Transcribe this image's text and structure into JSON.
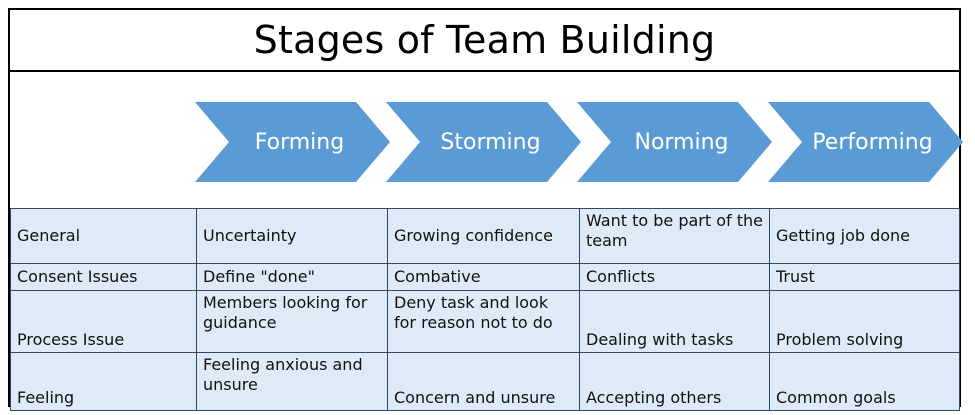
{
  "title": "Stages of Team Building",
  "colors": {
    "chevron_fill": "#5B9BD5",
    "chevron_text": "#FFFFFF",
    "table_cell_bg": "#DEEAF6",
    "table_border": "#2E4A66",
    "frame_border": "#000000"
  },
  "stages": [
    {
      "label": "Forming"
    },
    {
      "label": "Storming"
    },
    {
      "label": "Norming"
    },
    {
      "label": "Performing"
    }
  ],
  "table": {
    "rows": [
      {
        "name": "general",
        "cells": [
          {
            "text": "General",
            "align": "va-mid"
          },
          {
            "text": "Uncertainty",
            "align": "va-mid"
          },
          {
            "text": "Growing confidence",
            "align": "va-mid"
          },
          {
            "text": "Want to be part of the team",
            "align": "va-top"
          },
          {
            "text": "Getting job done",
            "align": "va-mid"
          }
        ]
      },
      {
        "name": "consent-issues",
        "cells": [
          {
            "text": "Consent Issues",
            "align": "va-mid"
          },
          {
            "text": "Define \"done\"",
            "align": "va-mid"
          },
          {
            "text": "Combative",
            "align": "va-mid"
          },
          {
            "text": "Conflicts",
            "align": "va-mid"
          },
          {
            "text": "Trust",
            "align": "va-mid"
          }
        ]
      },
      {
        "name": "process-issue",
        "cells": [
          {
            "text": "Process Issue",
            "align": "va-bottom"
          },
          {
            "text": "Members looking for guidance",
            "align": "va-top"
          },
          {
            "text": "Deny task and look for reason not to do",
            "align": "va-top"
          },
          {
            "text": "Dealing with tasks",
            "align": "va-bottom"
          },
          {
            "text": "Problem solving",
            "align": "va-bottom"
          }
        ]
      },
      {
        "name": "feeling",
        "cells": [
          {
            "text": "Feeling",
            "align": "va-bottom"
          },
          {
            "text": "Feeling anxious and unsure",
            "align": "va-top"
          },
          {
            "text": "Concern and unsure",
            "align": "va-bottom"
          },
          {
            "text": "Accepting others",
            "align": "va-bottom"
          },
          {
            "text": "Common goals",
            "align": "va-bottom"
          }
        ]
      }
    ]
  }
}
